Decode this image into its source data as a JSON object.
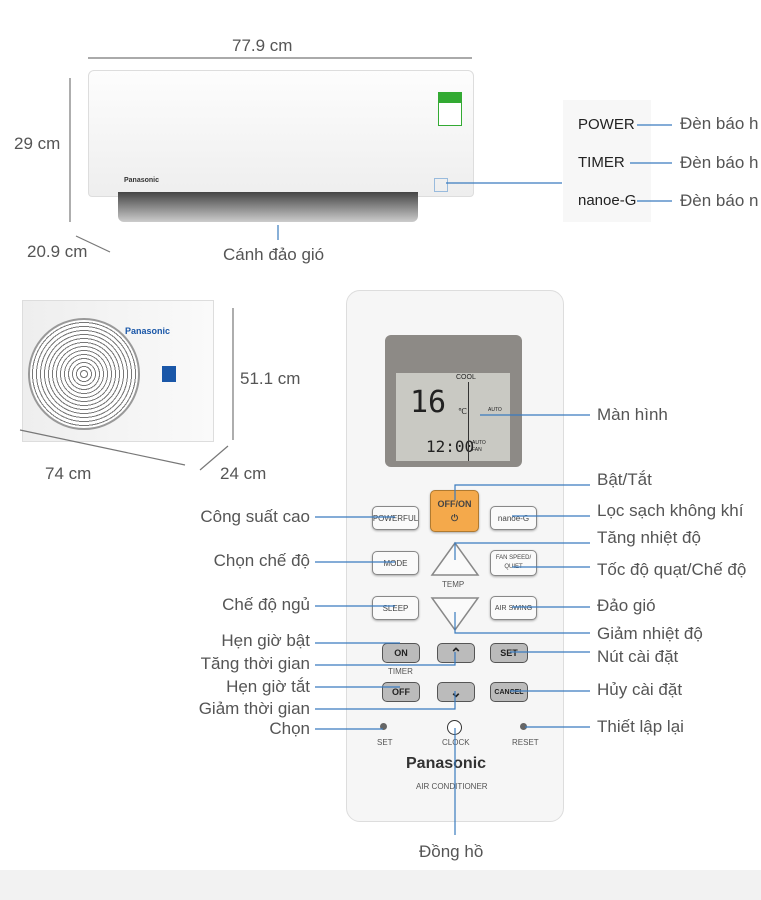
{
  "dimensions": {
    "indoor_width": "77.9 cm",
    "indoor_height": "29 cm",
    "indoor_depth": "20.9 cm",
    "outdoor_height": "51.1 cm",
    "outdoor_width": "74 cm",
    "outdoor_depth": "24 cm"
  },
  "indoor": {
    "brand": "Panasonic",
    "louver_label": "Cánh đảo gió"
  },
  "outdoor": {
    "brand": "Panasonic"
  },
  "indicators": [
    {
      "name": "POWER",
      "desc": "Đèn báo h"
    },
    {
      "name": "TIMER",
      "desc": "Đèn báo h"
    },
    {
      "name": "nanoe-G",
      "desc": "Đèn báo n"
    }
  ],
  "remote": {
    "lcd": {
      "mode": "COOL",
      "temp": "16",
      "unit": "℃",
      "time": "12:00",
      "fan": "AUTO",
      "fan2": "FAN",
      "swing": "AUTO"
    },
    "buttons": {
      "powerful": "POWERFUL",
      "offon": "OFF/ON",
      "power_symbol": "⏻",
      "nanoe": "nanoe-G",
      "mode": "MODE",
      "fan_speed": "FAN SPEED/ QUIET",
      "temp": "TEMP",
      "sleep": "SLEEP",
      "air_swing": "AIR SWING",
      "on": "ON",
      "up": "⌃",
      "set": "SET",
      "timer": "TIMER",
      "off": "OFF",
      "down": "⌄",
      "cancel": "CANCEL",
      "set_pin": "SET",
      "clock": "CLOCK",
      "reset": "RESET"
    },
    "brand": "Panasonic",
    "subtitle": "AIR CONDITIONER"
  },
  "labels_left": [
    "Công suất cao",
    "Chọn chế độ",
    "Chế độ ngủ",
    "Hẹn giờ bật",
    "Tăng thời gian",
    "Hẹn giờ tắt",
    "Giảm thời gian",
    "Chọn"
  ],
  "labels_right": [
    "Màn hình",
    "Bật/Tắt",
    "Lọc sạch không khí",
    "Tăng nhiệt độ",
    "Tốc độ quạt/Chế độ",
    "Đảo gió",
    "Giảm nhiệt độ",
    "Nút cài đặt",
    "Hủy cài đặt",
    "Thiết lập lại"
  ],
  "label_bottom": "Đồng hồ",
  "colors": {
    "line": "#3a7bbf",
    "offon": "#f4a94b"
  }
}
